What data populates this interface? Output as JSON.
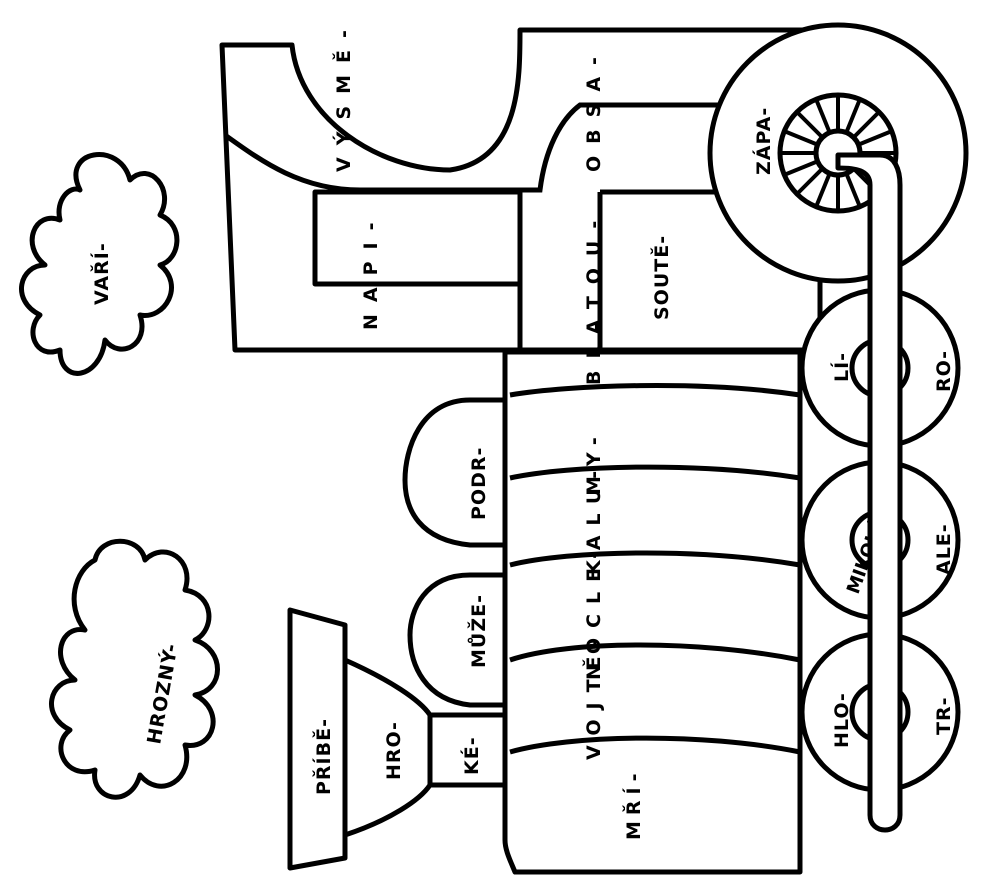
{
  "clouds": {
    "top": "VAŘÍ-",
    "bottom": "HROZNÝ-"
  },
  "cabin": {
    "window_label": "VÝSMĚ-",
    "side_label": "NAPI-",
    "panel_label": "SOUTĚ-",
    "top_label": "OBSA-"
  },
  "big_wheel": {
    "label": "ZÁPA-"
  },
  "boiler": {
    "bands": [
      "BLATOU-",
      "MY-",
      "KALU-",
      "NOCLE-",
      "VOJTĚ-",
      "MŘÍ-"
    ]
  },
  "domes": {
    "first": "PODR-",
    "second": "MŮŽE-"
  },
  "chimney": {
    "top": "PŘÍBĚ-",
    "middle": "HRO-",
    "base": "KÉ-"
  },
  "small_wheels": [
    {
      "upper": "LÍ-",
      "lower": "RO-"
    },
    {
      "upper": "MIKOLÁ-",
      "lower": "ALE-"
    },
    {
      "upper": "HLO-",
      "lower": "TR-"
    }
  ]
}
